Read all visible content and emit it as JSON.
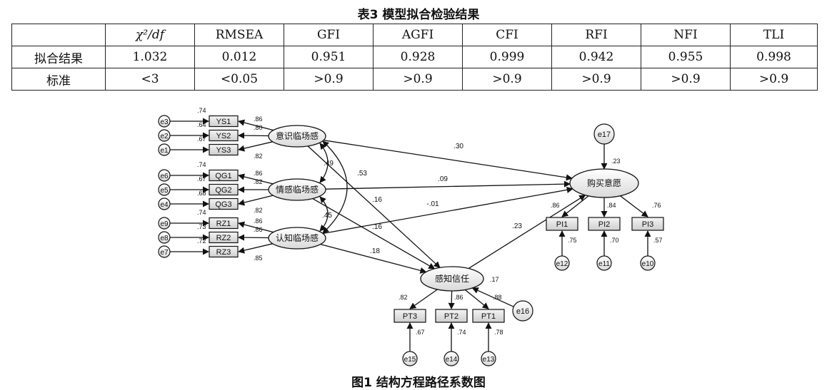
{
  "table": {
    "title": "表3  模型拟合检验结果",
    "headers": [
      "",
      "χ²/df",
      "RMSEA",
      "GFI",
      "AGFI",
      "CFI",
      "RFI",
      "NFI",
      "TLI"
    ],
    "rows": [
      [
        "拟合结果",
        "1.032",
        "0.012",
        "0.951",
        "0.928",
        "0.999",
        "0.942",
        "0.955",
        "0.998"
      ],
      [
        "标准",
        "<3",
        "<0.05",
        ">0.9",
        ">0.9",
        ">0.9",
        ">0.9",
        ">0.9",
        ">0.9"
      ]
    ]
  },
  "figure": {
    "caption": "图1  结构方程路径系数图",
    "latents": [
      {
        "id": "ys",
        "label": "意识临场感"
      },
      {
        "id": "qg",
        "label": "情感临场感"
      },
      {
        "id": "rz",
        "label": "认知临场感"
      },
      {
        "id": "gz",
        "label": "感知信任"
      },
      {
        "id": "gm",
        "label": "购买意愿"
      }
    ],
    "observed": [
      {
        "label": "YS1",
        "r2": ".74",
        "loading": ".86",
        "error": "e3"
      },
      {
        "label": "YS2",
        "r2": ".64",
        "loading": ".80",
        "error": "e2"
      },
      {
        "label": "YS3",
        "r2": ".67",
        "loading": ".82",
        "error": "e1"
      },
      {
        "label": "QG1",
        "r2": ".74",
        "loading": ".86",
        "error": "e6"
      },
      {
        "label": "QG2",
        "r2": ".67",
        "loading": ".82",
        "error": "e5"
      },
      {
        "label": "QG3",
        "r2": ".68",
        "loading": ".82",
        "error": "e4"
      },
      {
        "label": "RZ1",
        "r2": ".74",
        "loading": ".86",
        "error": "e9"
      },
      {
        "label": "RZ2",
        "r2": ".73",
        "loading": ".86",
        "error": "e8"
      },
      {
        "label": "RZ3",
        "r2": ".72",
        "loading": ".85",
        "error": "e7"
      },
      {
        "label": "PT3",
        "r2": ".67",
        "loading": ".82",
        "error": "e15"
      },
      {
        "label": "PT2",
        "r2": ".74",
        "loading": ".86",
        "error": "e14"
      },
      {
        "label": "PT1",
        "r2": ".78",
        "loading": ".88",
        "error": "e13"
      },
      {
        "label": "PI1",
        "r2": ".75",
        "loading": ".86",
        "error": "e12"
      },
      {
        "label": "PI2",
        "r2": ".70",
        "loading": ".84",
        "error": "e11"
      },
      {
        "label": "PI3",
        "r2": ".57",
        "loading": ".76",
        "error": "e10"
      }
    ],
    "structural_errors": [
      {
        "label": "e17",
        "r2": ".23",
        "target": "购买意愿"
      },
      {
        "label": "e16",
        "r2": ".17",
        "target": "感知信任"
      }
    ],
    "paths": [
      {
        "from": "意识临场感",
        "to": "购买意愿",
        "coef": ".30"
      },
      {
        "from": "情感临场感",
        "to": "购买意愿",
        "coef": ".09"
      },
      {
        "from": "认知临场感",
        "to": "购买意愿",
        "coef": "-.01"
      },
      {
        "from": "感知信任",
        "to": "购买意愿",
        "coef": ".23"
      },
      {
        "from": "意识临场感",
        "to": "感知信任",
        "coef": ".16"
      },
      {
        "from": "情感临场感",
        "to": "感知信任",
        "coef": ".16"
      },
      {
        "from": "认知临场感",
        "to": "感知信任",
        "coef": ".18"
      }
    ],
    "correlations": [
      {
        "between": [
          "意识临场感",
          "情感临场感"
        ],
        "coef": ".49"
      },
      {
        "between": [
          "意识临场感",
          "认知临场感"
        ],
        "coef": ".53"
      },
      {
        "between": [
          "情感临场感",
          "认知临场感"
        ],
        "coef": ".45"
      }
    ]
  }
}
